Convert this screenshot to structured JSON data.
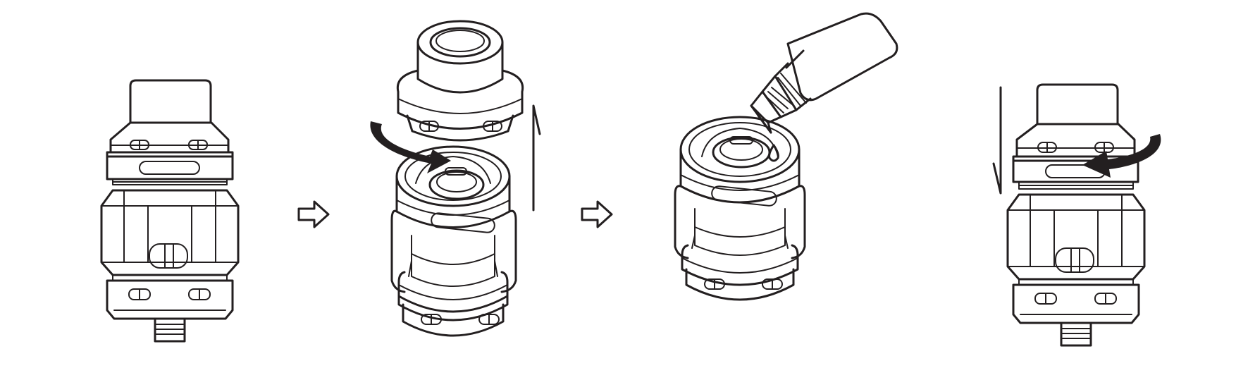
{
  "diagram": {
    "steps": [
      {
        "id": "step-1",
        "subject": "assembled-tank"
      },
      {
        "id": "step-2",
        "subject": "unscrew-top-cap",
        "action": "rotate-counterclockwise-lift"
      },
      {
        "id": "step-3",
        "subject": "fill-e-liquid",
        "action": "drip-from-bottle"
      },
      {
        "id": "step-4",
        "subject": "reattach-top-cap",
        "action": "lower-rotate-clockwise"
      }
    ],
    "colors": {
      "line": "#231f20",
      "background": "#ffffff"
    },
    "icons": [
      "step-arrow-icon",
      "rotation-arrow-icon",
      "lift-arrow-icon",
      "lower-arrow-icon",
      "dropper-bottle-icon",
      "drop-icon"
    ]
  }
}
